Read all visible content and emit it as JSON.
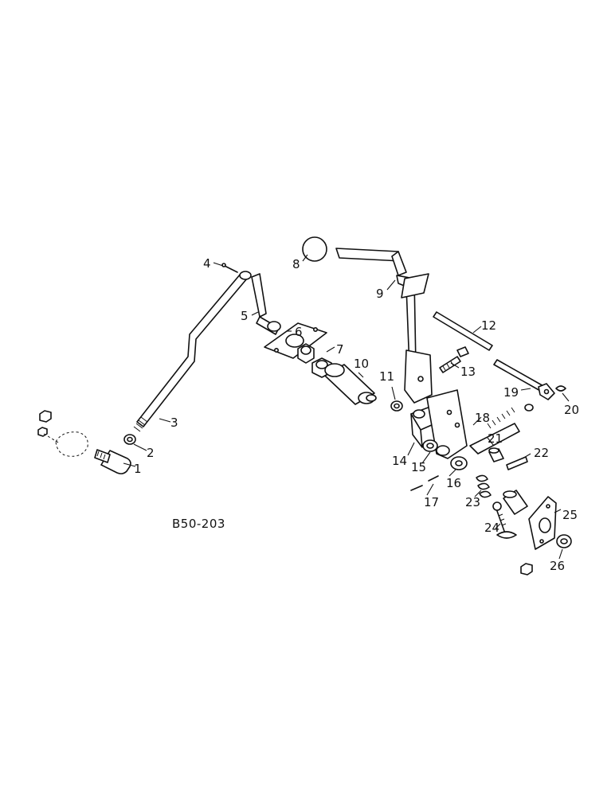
{
  "figure_code": "B50-203",
  "callouts": [
    "1",
    "2",
    "3",
    "4",
    "5",
    "6",
    "7",
    "8",
    "9",
    "10",
    "11",
    "12",
    "13",
    "14",
    "15",
    "16",
    "17",
    "18",
    "19",
    "20",
    "21",
    "22",
    "23",
    "24",
    "25",
    "26"
  ]
}
